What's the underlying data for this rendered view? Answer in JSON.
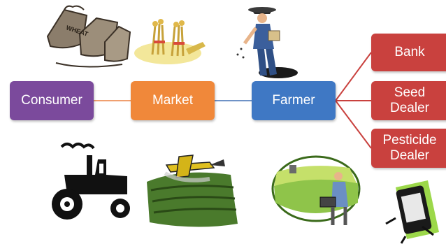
{
  "nodes": {
    "consumer": "Consumer",
    "market": "Market",
    "farmer": "Farmer",
    "bank": "Bank",
    "seed_dealer": "Seed\nDealer",
    "pesticide_dealer": "Pesticide\nDealer"
  },
  "colors": {
    "consumer": "#7b4a9c",
    "market": "#f0883a",
    "farmer": "#3f78c4",
    "suppliers": "#c9413e",
    "connector_warm": "#f0a070",
    "connector_cool": "#6f93c7",
    "connector_red": "#c9413e"
  },
  "illustrations": [
    "wheat-sacks-icon",
    "wheat-bundles-icon",
    "farmer-sowing-icon",
    "tractor-icon",
    "crop-duster-plane-icon",
    "farmer-laptop-field-icon",
    "mobile-phone-icon"
  ]
}
